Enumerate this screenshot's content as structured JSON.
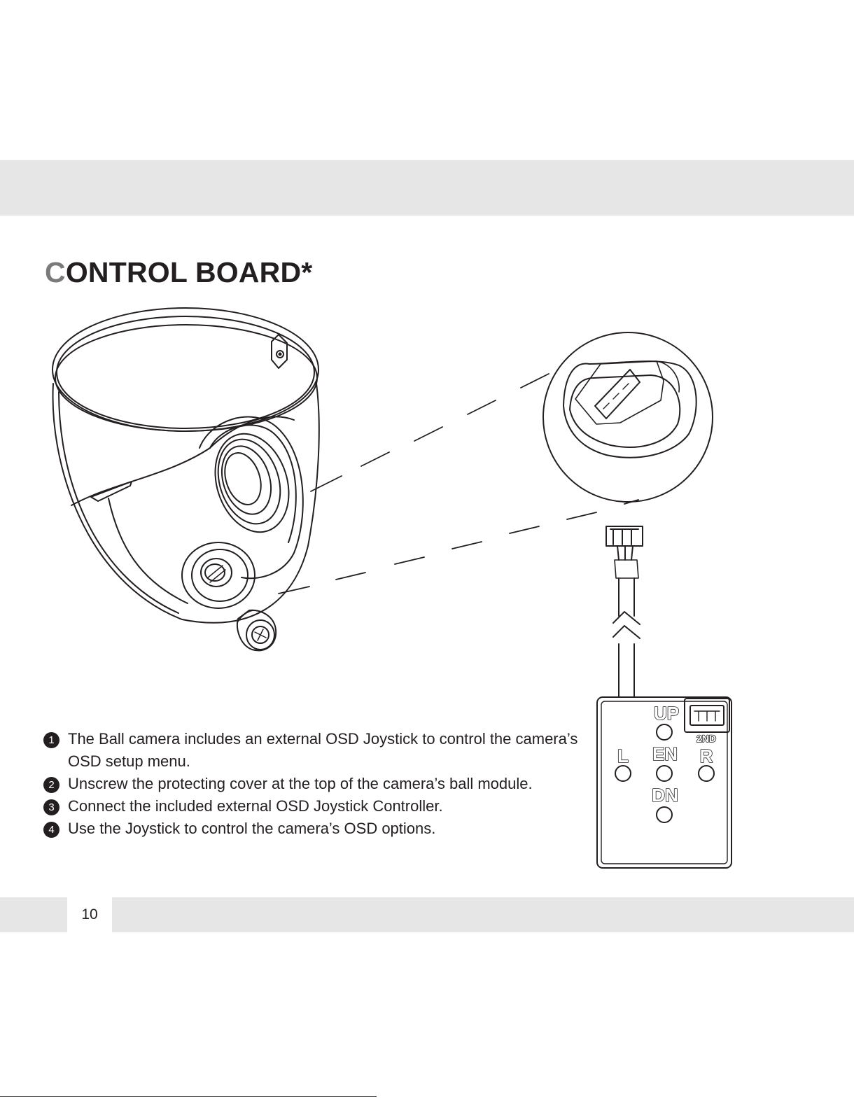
{
  "header": {
    "title_initial": "C",
    "title_rest": "ONTROL BOARD*"
  },
  "joystick": {
    "up_label": "UP",
    "enter_label": "EN",
    "down_label": "DN",
    "left_label": "L",
    "right_label": "R",
    "second_label": "2ND"
  },
  "steps": [
    {
      "number": "1",
      "text": "The Ball camera includes an external OSD Joystick to control the camera’s OSD setup menu."
    },
    {
      "number": "2",
      "text": "Unscrew the protecting cover at the top of the camera’s ball module."
    },
    {
      "number": "3",
      "text": "Connect the included external OSD Joystick Controller."
    },
    {
      "number": "4",
      "text": "Use the Joystick to control the camera’s OSD options."
    }
  ],
  "footer": {
    "page_number": "10"
  }
}
